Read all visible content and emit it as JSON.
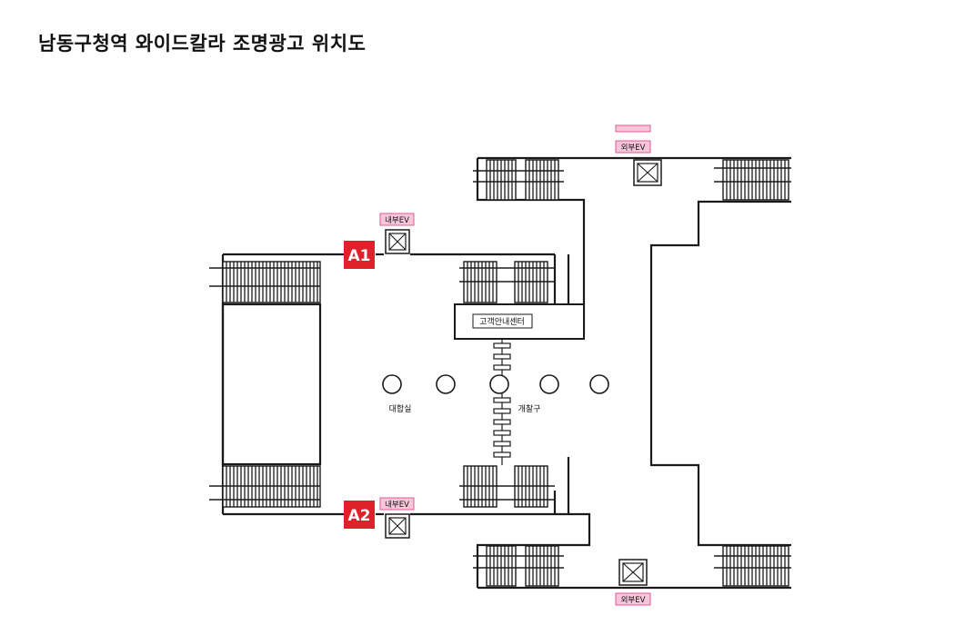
{
  "title": "남동구청역  와이드칼라 조명광고 위치도",
  "markers": {
    "a1": "A1",
    "a2": "A2"
  },
  "labels": {
    "inner_ev_top": "내부EV",
    "inner_ev_bottom": "내부EV",
    "outer_ev_top": "외부EV",
    "outer_ev_bottom": "외부EV",
    "customer_center": "고객안내센터",
    "waiting_room": "대합실",
    "gate": "개찰구"
  },
  "colors": {
    "marker": "#e0202a",
    "ev_label_bg": "#f7c6d9",
    "ev_label_border": "#e05a9a"
  },
  "icons": [
    "elevator-icon",
    "column-icon",
    "stair-icon",
    "ticket-gate-icon"
  ]
}
